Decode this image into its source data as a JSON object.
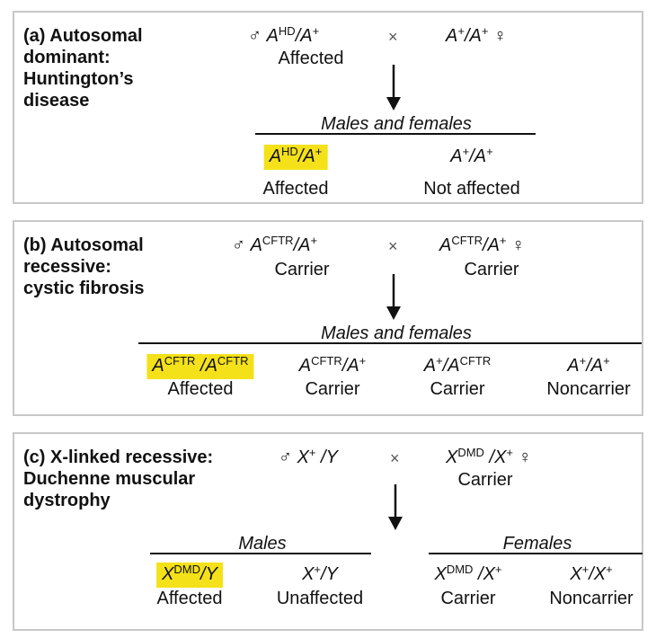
{
  "panel_a": {
    "title_line1": "(a) Autosomal",
    "title_line2": "dominant:",
    "title_line3": "Huntington’s",
    "title_line4": "disease",
    "male_symbol": "♂",
    "female_symbol": "♀",
    "cross_symbol": "×",
    "father_genotype": {
      "base1": "A",
      "sup1": "HD",
      "sep": "/",
      "base2": "A",
      "sup2": "+"
    },
    "father_status": "Affected",
    "mother_genotype": {
      "base1": "A",
      "sup1": "+",
      "sep": "/",
      "base2": "A",
      "sup2": "+"
    },
    "offspring_header": "Males and females",
    "offspring": [
      {
        "genotype": {
          "base1": "A",
          "sup1": "HD",
          "sep": "/",
          "base2": "A",
          "sup2": "+"
        },
        "status": "Affected",
        "highlighted": true
      },
      {
        "genotype": {
          "base1": "A",
          "sup1": "+",
          "sep": "/",
          "base2": "A",
          "sup2": "+"
        },
        "status": "Not affected",
        "highlighted": false
      }
    ]
  },
  "panel_b": {
    "title_line1": "(b) Autosomal",
    "title_line2": "recessive:",
    "title_line3": "cystic fibrosis",
    "male_symbol": "♂",
    "female_symbol": "♀",
    "cross_symbol": "×",
    "father_genotype": {
      "base1": "A",
      "sup1": "CFTR",
      "sep": "/",
      "base2": "A",
      "sup2": "+"
    },
    "father_status": "Carrier",
    "mother_genotype": {
      "base1": "A",
      "sup1": "CFTR",
      "sep": "/",
      "base2": "A",
      "sup2": "+"
    },
    "mother_status": "Carrier",
    "offspring_header": "Males and females",
    "offspring": [
      {
        "genotype": {
          "base1": "A",
          "sup1": "CFTR",
          "sep": " /",
          "base2": "A",
          "sup2": "CFTR"
        },
        "status": "Affected",
        "highlighted": true
      },
      {
        "genotype": {
          "base1": "A",
          "sup1": "CFTR",
          "sep": "/",
          "base2": "A",
          "sup2": "+"
        },
        "status": "Carrier",
        "highlighted": false
      },
      {
        "genotype": {
          "base1": "A",
          "sup1": "+",
          "sep": "/",
          "base2": "A",
          "sup2": "CFTR"
        },
        "status": "Carrier",
        "highlighted": false
      },
      {
        "genotype": {
          "base1": "A",
          "sup1": "+",
          "sep": "/",
          "base2": "A",
          "sup2": "+"
        },
        "status": "Noncarrier",
        "highlighted": false
      }
    ]
  },
  "panel_c": {
    "title_line1": "(c) X-linked recessive:",
    "title_line2": "Duchenne muscular",
    "title_line3": "dystrophy",
    "male_symbol": "♂",
    "female_symbol": "♀",
    "cross_symbol": "×",
    "father_genotype": {
      "base1": "X",
      "sup1": "+",
      "sep": " /",
      "base2": "Y",
      "sup2": ""
    },
    "mother_genotype": {
      "base1": "X",
      "sup1": "DMD",
      "sep": " /",
      "base2": "X",
      "sup2": "+"
    },
    "mother_status": "Carrier",
    "males_header": "Males",
    "females_header": "Females",
    "offspring": [
      {
        "genotype": {
          "base1": "X",
          "sup1": "DMD",
          "sep": "/",
          "base2": "Y",
          "sup2": ""
        },
        "status": "Affected",
        "highlighted": true
      },
      {
        "genotype": {
          "base1": "X",
          "sup1": "+",
          "sep": "/",
          "base2": "Y",
          "sup2": ""
        },
        "status": "Unaffected",
        "highlighted": false
      },
      {
        "genotype": {
          "base1": "X",
          "sup1": "DMD",
          "sep": " /",
          "base2": "X",
          "sup2": "+"
        },
        "status": "Carrier",
        "highlighted": false
      },
      {
        "genotype": {
          "base1": "X",
          "sup1": "+",
          "sep": "/",
          "base2": "X",
          "sup2": "+"
        },
        "status": "Noncarrier",
        "highlighted": false
      }
    ]
  },
  "colors": {
    "highlight": "#f4e11a",
    "border": "#c8c8c8",
    "text": "#111111"
  }
}
